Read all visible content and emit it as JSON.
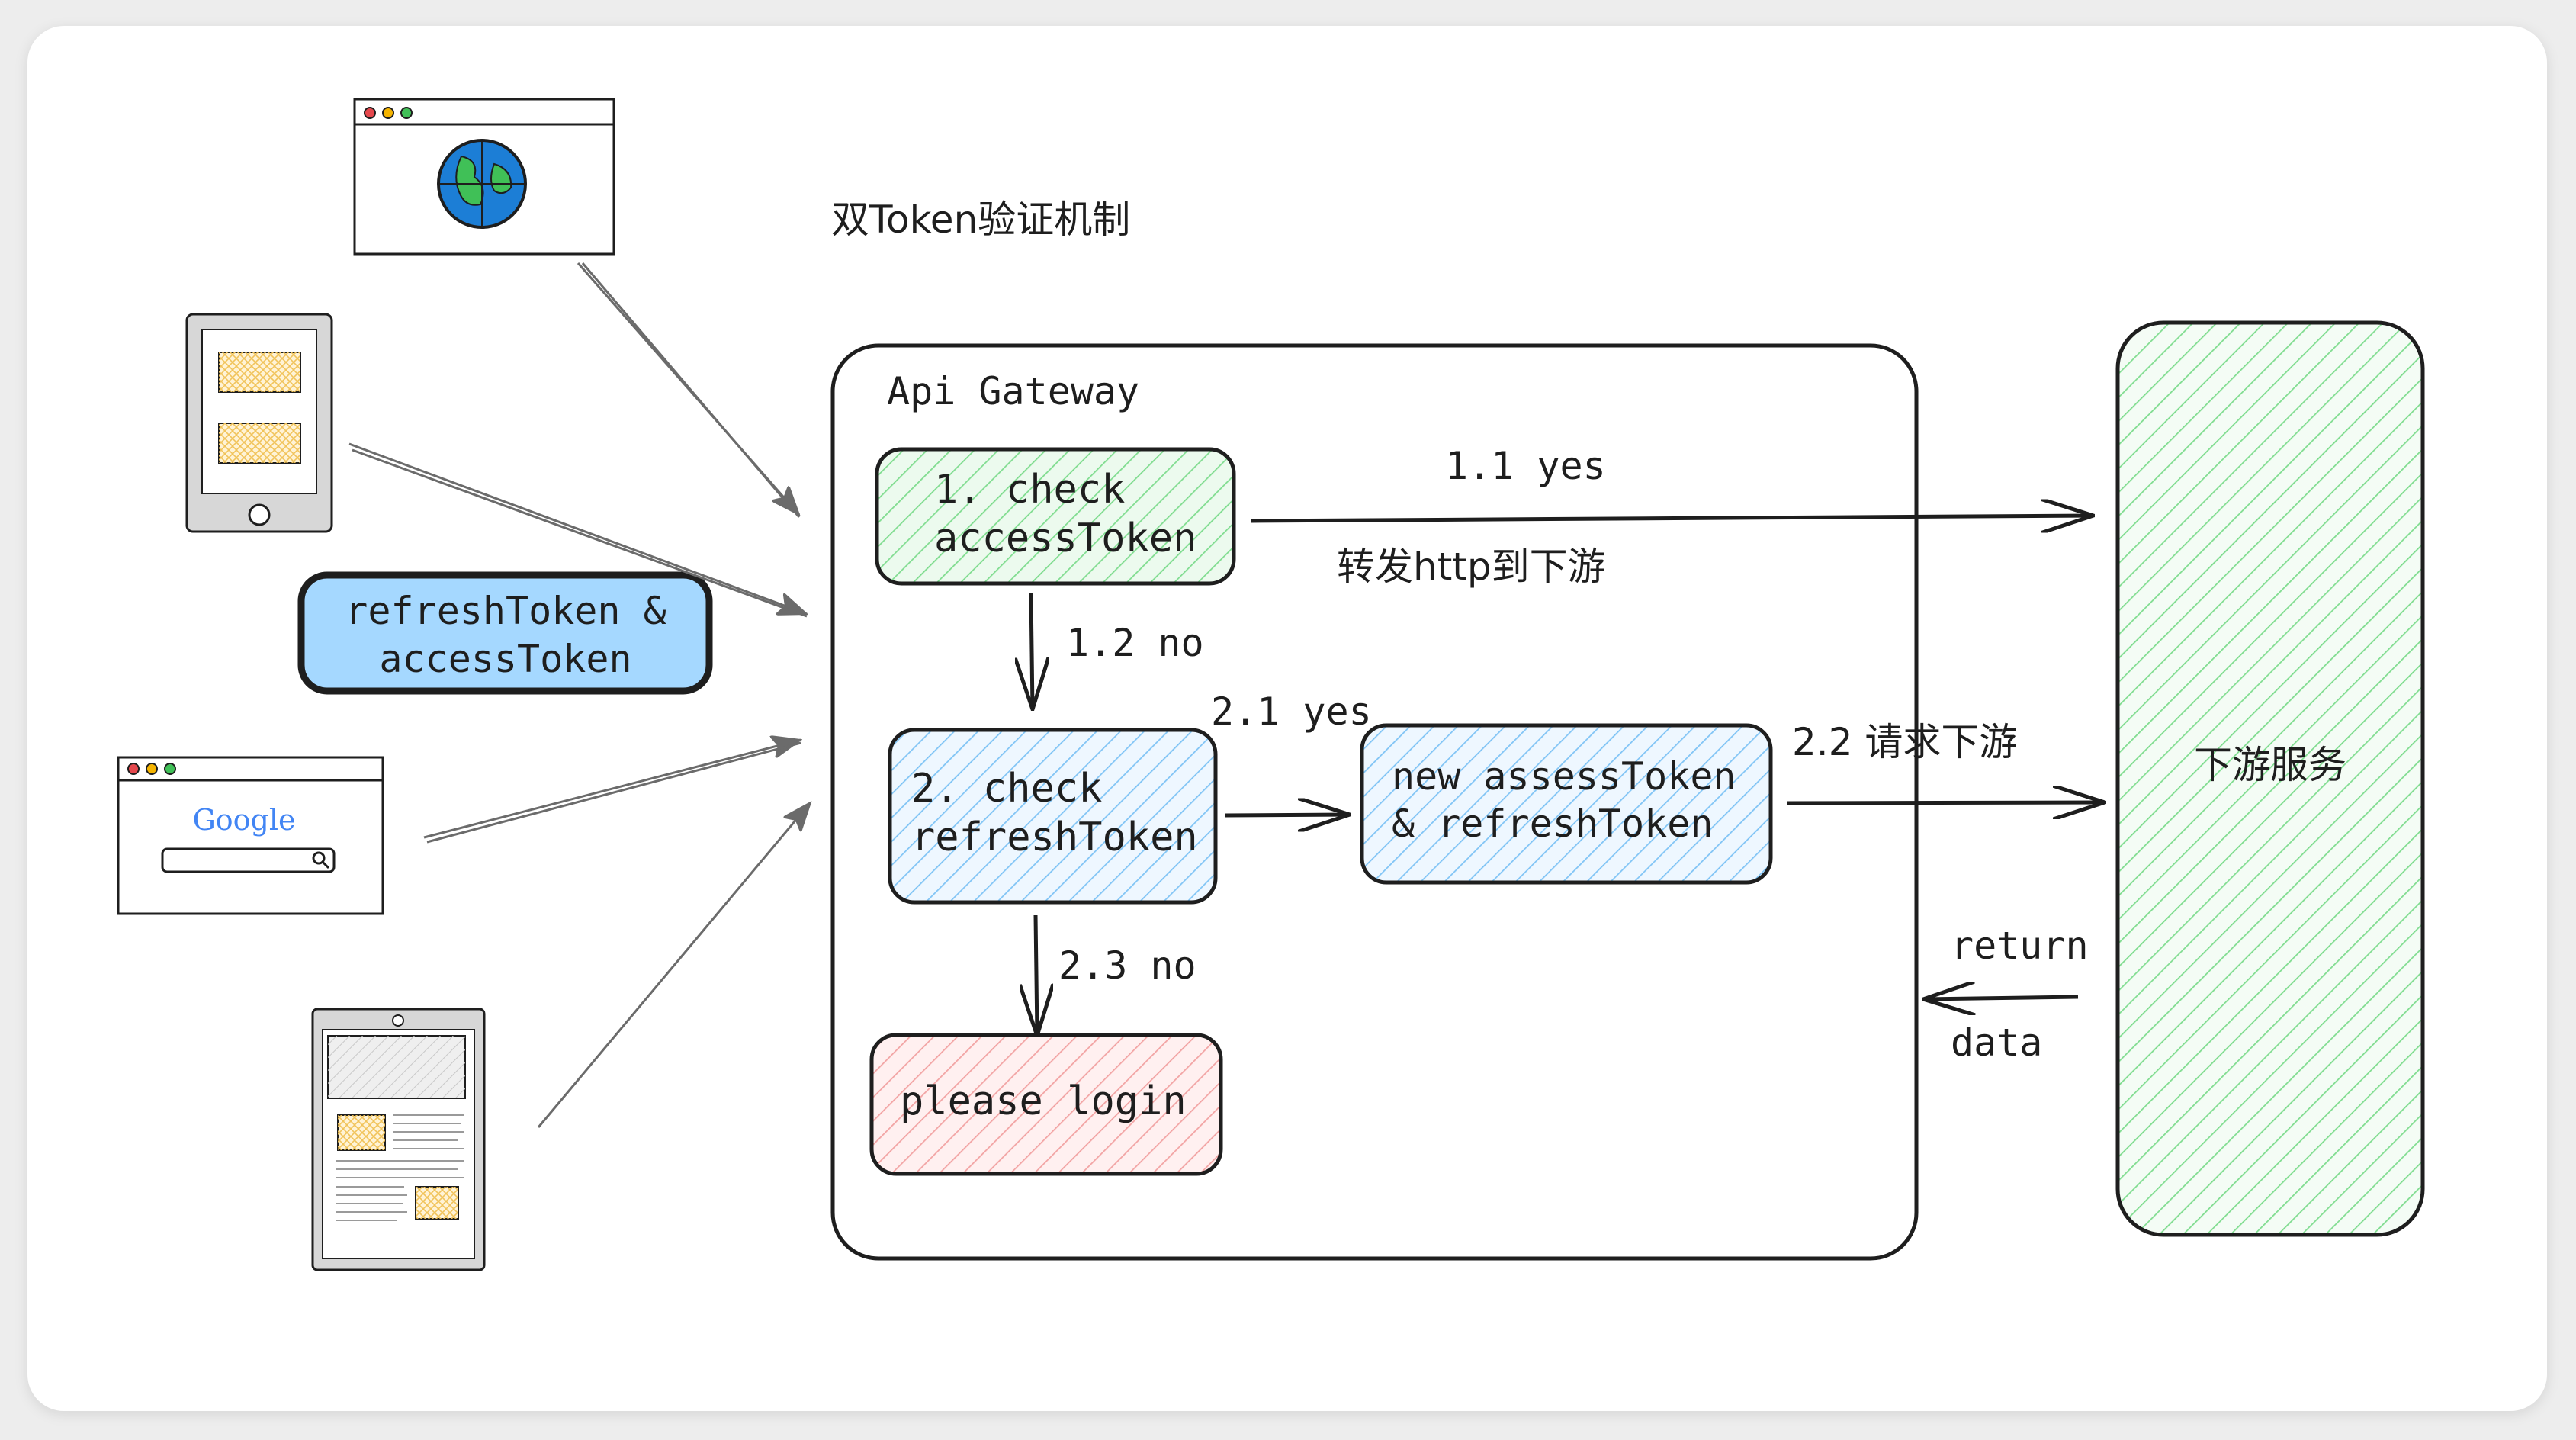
{
  "title": "双Token验证机制",
  "gateway": {
    "label": "Api Gateway"
  },
  "boxes": {
    "check_access": [
      "1. check",
      "accessToken"
    ],
    "check_refresh": [
      "2. check",
      "refreshToken"
    ],
    "new_tokens": [
      "new assessToken",
      "& refreshToken"
    ],
    "please_login": "please login",
    "token_badge": [
      "refreshToken &",
      "accessToken"
    ],
    "downstream": "下游服务"
  },
  "edges": {
    "e11": "1.1 yes",
    "forward": "转发http到下游",
    "e12": "1.2 no",
    "e21": "2.1 yes",
    "e22": "2.2 请求下游",
    "e23": "2.3 no",
    "return_top": "return",
    "return_bottom": "data"
  },
  "clients": {
    "google_logo": "Google"
  },
  "colors": {
    "green": "#b2f2bb",
    "blue": "#a5d8ff",
    "red": "#ffc9c9",
    "ink": "#1e1e1e",
    "arrow_gray": "#6b6b6b"
  },
  "icons": [
    "browser-globe-icon",
    "phone-icon",
    "browser-google-icon",
    "tablet-icon"
  ]
}
